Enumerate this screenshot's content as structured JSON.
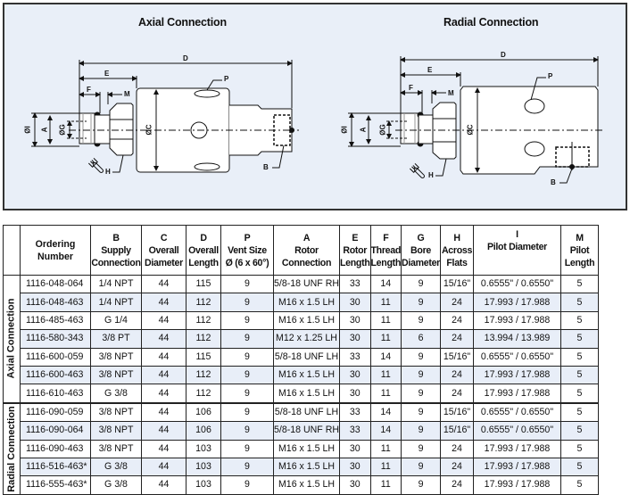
{
  "diagrams": {
    "axial": {
      "title": "Axial Connection",
      "labels": {
        "D": "D",
        "E": "E",
        "F": "F",
        "M": "M",
        "P": "P",
        "H": "H",
        "B": "B",
        "I": "ØI",
        "A": "A",
        "G": "ØG",
        "C": "ØC"
      }
    },
    "radial": {
      "title": "Radial Connection",
      "labels": {
        "D": "D",
        "E": "E",
        "F": "F",
        "M": "M",
        "P": "P",
        "H": "H",
        "B": "B",
        "I": "ØI",
        "A": "A",
        "G": "ØG",
        "C": "ØC"
      }
    },
    "icons": [
      "wrench-icon"
    ]
  },
  "table": {
    "headers": [
      {
        "letter": "",
        "line1": "Ordering",
        "line2": "Number"
      },
      {
        "letter": "B",
        "line1": "Supply",
        "line2": "Connection"
      },
      {
        "letter": "C",
        "line1": "Overall",
        "line2": "Diameter"
      },
      {
        "letter": "D",
        "line1": "Overall",
        "line2": "Length"
      },
      {
        "letter": "P",
        "line1": "Vent Size",
        "line2": "Ø (6 x 60°)"
      },
      {
        "letter": "A",
        "line1": "Rotor",
        "line2": "Connection"
      },
      {
        "letter": "E",
        "line1": "Rotor",
        "line2": "Length"
      },
      {
        "letter": "F",
        "line1": "Thread",
        "line2": "Length"
      },
      {
        "letter": "G",
        "line1": "Bore",
        "line2": "Diameter"
      },
      {
        "letter": "H",
        "line1": "Across",
        "line2": "Flats"
      },
      {
        "letter": "I",
        "line1": "Pilot Diameter",
        "line2": ""
      },
      {
        "letter": "M",
        "line1": "Pilot",
        "line2": "Length"
      }
    ],
    "groups": [
      {
        "label": "Axial Connection",
        "rows": [
          [
            "1116-048-064",
            "1/4 NPT",
            "44",
            "115",
            "9",
            "5/8-18 UNF RH",
            "33",
            "14",
            "9",
            "15/16\"",
            "0.6555\" / 0.6550\"",
            "5"
          ],
          [
            "1116-048-463",
            "1/4 NPT",
            "44",
            "112",
            "9",
            "M16 x 1.5 LH",
            "30",
            "11",
            "9",
            "24",
            "17.993 / 17.988",
            "5"
          ],
          [
            "1116-485-463",
            "G 1/4",
            "44",
            "112",
            "9",
            "M16 x 1.5 LH",
            "30",
            "11",
            "9",
            "24",
            "17.993 / 17.988",
            "5"
          ],
          [
            "1116-580-343",
            "3/8 PT",
            "44",
            "112",
            "9",
            "M12 x 1.25 LH",
            "30",
            "11",
            "6",
            "24",
            "13.994 / 13.989",
            "5"
          ],
          [
            "1116-600-059",
            "3/8 NPT",
            "44",
            "115",
            "9",
            "5/8-18 UNF LH",
            "33",
            "14",
            "9",
            "15/16\"",
            "0.6555\" / 0.6550\"",
            "5"
          ],
          [
            "1116-600-463",
            "3/8 NPT",
            "44",
            "112",
            "9",
            "M16 x 1.5 LH",
            "30",
            "11",
            "9",
            "24",
            "17.993 / 17.988",
            "5"
          ],
          [
            "1116-610-463",
            "G 3/8",
            "44",
            "112",
            "9",
            "M16 x 1.5 LH",
            "30",
            "11",
            "9",
            "24",
            "17.993 / 17.988",
            "5"
          ]
        ]
      },
      {
        "label": "Radial Connection",
        "rows": [
          [
            "1116-090-059",
            "3/8 NPT",
            "44",
            "106",
            "9",
            "5/8-18 UNF LH",
            "33",
            "14",
            "9",
            "15/16\"",
            "0.6555\" / 0.6550\"",
            "5"
          ],
          [
            "1116-090-064",
            "3/8 NPT",
            "44",
            "106",
            "9",
            "5/8-18 UNF RH",
            "33",
            "14",
            "9",
            "15/16\"",
            "0.6555\" / 0.6550\"",
            "5"
          ],
          [
            "1116-090-463",
            "3/8 NPT",
            "44",
            "103",
            "9",
            "M16 x 1.5 LH",
            "30",
            "11",
            "9",
            "24",
            "17.993 / 17.988",
            "5"
          ],
          [
            "1116-516-463*",
            "G 3/8",
            "44",
            "103",
            "9",
            "M16 x 1.5 LH",
            "30",
            "11",
            "9",
            "24",
            "17.993 / 17.988",
            "5"
          ],
          [
            "1116-555-463*",
            "G 3/8",
            "44",
            "103",
            "9",
            "M16 x 1.5 LH",
            "30",
            "11",
            "9",
            "24",
            "17.993 / 17.988",
            "5"
          ]
        ]
      }
    ]
  },
  "colors": {
    "panel_bg": "#e9eff8",
    "row_alt_bg": "#e8eef8",
    "border": "#222222"
  }
}
